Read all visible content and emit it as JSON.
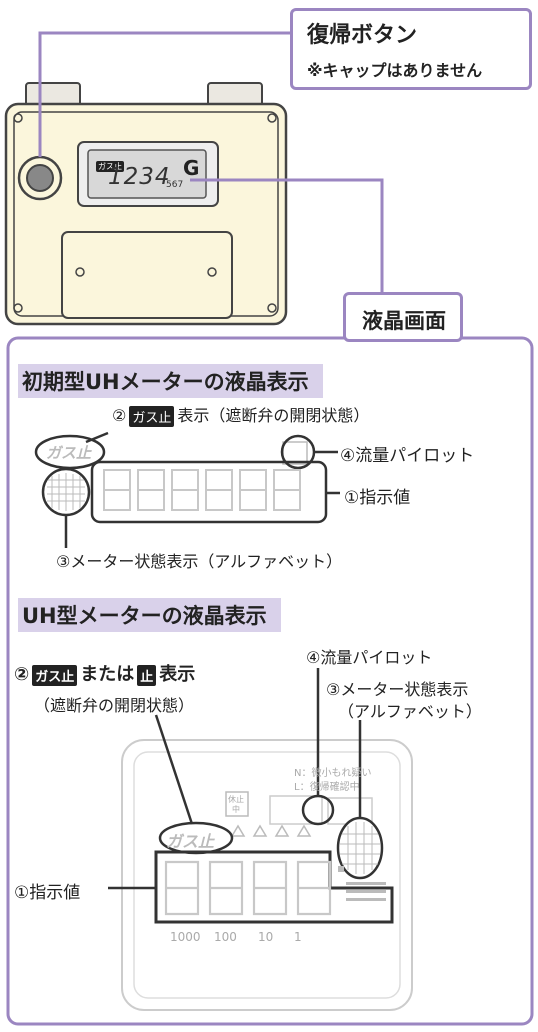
{
  "callout_top": {
    "title": "復帰ボタン",
    "note": "※キャップはありません"
  },
  "callout_lcd": {
    "title": "液晶画面"
  },
  "meter_display": {
    "label": "ガス止",
    "digits": "1234",
    "small_digits": "567",
    "unit": "G"
  },
  "section1": {
    "heading": "初期型UHメーターの液晶表示",
    "label2_num": "②",
    "label2_badge": "ガス止",
    "label2_text": "表示（遮断弁の開閉状態）",
    "label4": "④流量パイロット",
    "label1": "①指示値",
    "label3": "③メーター状態表示（アルファベット）",
    "lcd_label": "ガス止"
  },
  "section2": {
    "heading": "UH型メーターの液晶表示",
    "label2_num": "②",
    "label2_badge": "ガス止",
    "label2_mid": "または",
    "label2_badge2": "止",
    "label2_text": "表示",
    "label2_sub": "（遮断弁の開閉状態）",
    "label4": "④流量パイロット",
    "label3_line1": "③メーター状態表示",
    "label3_line2": "（アルファベット）",
    "label1": "①指示値",
    "lcd_legend1": "N：微小もれ疑い",
    "lcd_legend2": "L：復帰確認中",
    "lcd_small1": "休止",
    "lcd_small2": "中",
    "lcd_label": "ガス止",
    "scale": [
      "1000",
      "100",
      "10",
      "1"
    ]
  },
  "colors": {
    "accent": "#9b86c1",
    "section_bg": "#d9d1ea",
    "meter_body": "#fbf6dc",
    "meter_cap": "#ebe8e1"
  }
}
